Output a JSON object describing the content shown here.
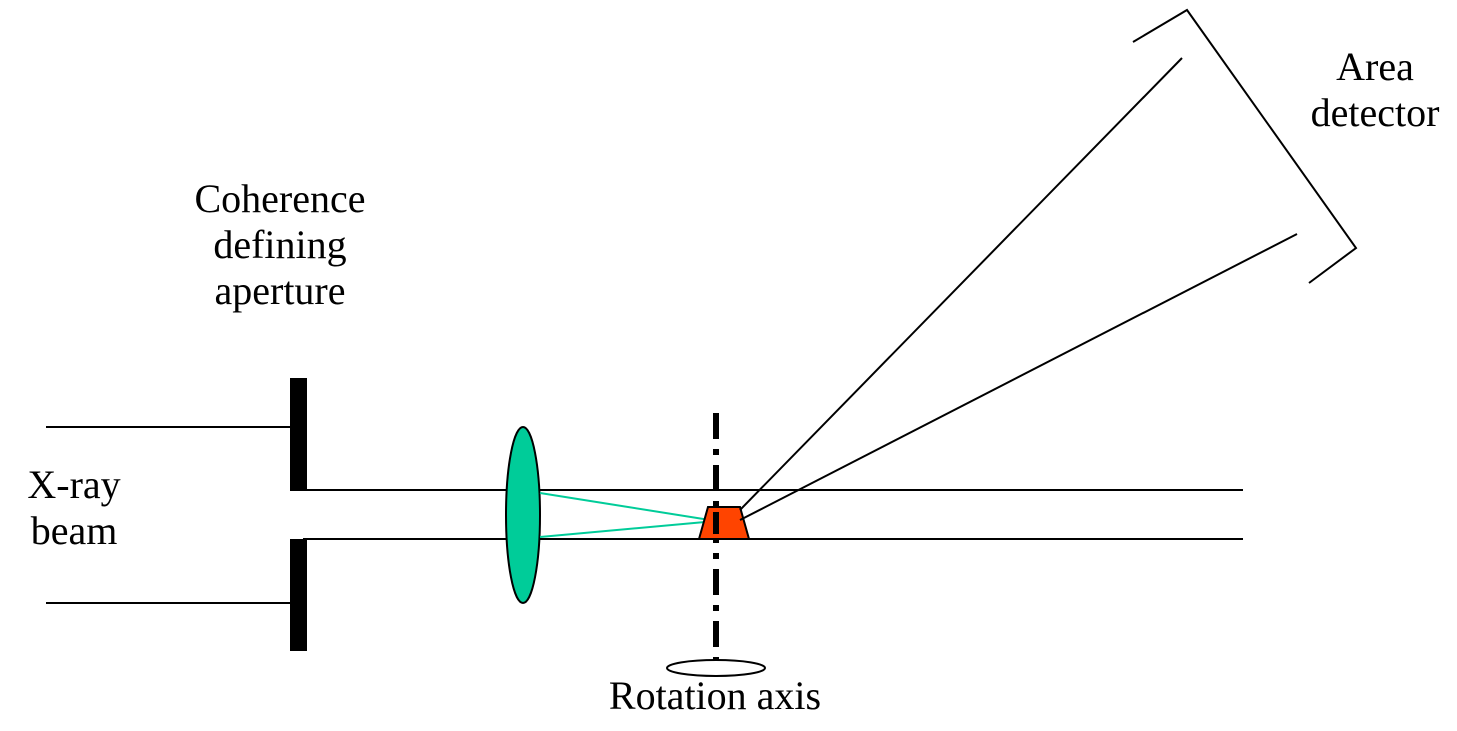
{
  "labels": {
    "area_detector": [
      "Area",
      "detector"
    ],
    "coherence_aperture": [
      "Coherence",
      "defining",
      "aperture"
    ],
    "xray_beam": [
      "X-ray",
      "beam"
    ],
    "rotation_axis": "Rotation axis"
  },
  "colors": {
    "lens": "#00cc99",
    "focus_rays": "#00cc99",
    "sample": "#ff4400",
    "lines": "#000000"
  }
}
